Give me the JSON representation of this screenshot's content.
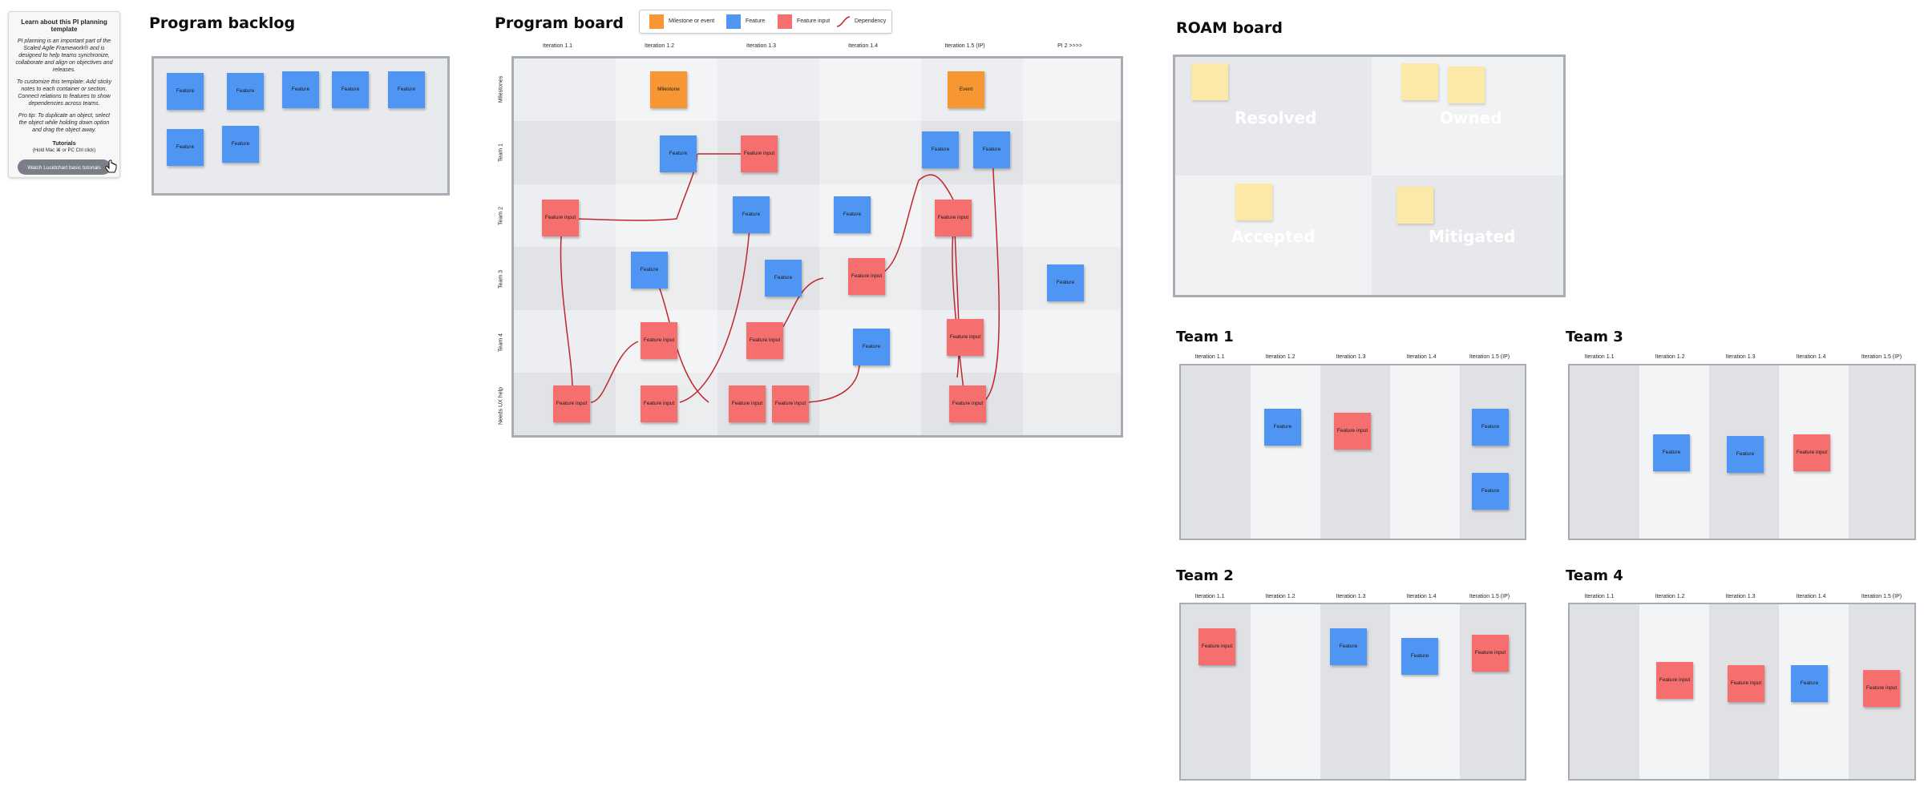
{
  "info": {
    "title": "Learn about this PI planning template",
    "p1": "PI planning is an important part of the Scaled Agile Framework® and is designed to help teams synchronize, collaborate and align on objectives and releases.",
    "p2": "To customize this template: Add sticky notes to each container or section. Connect relations to features to show dependencies across teams.",
    "p3": "Pro tip: To duplicate an object, select the object while holding down option and drag the object away.",
    "tutorials_title": "Tutorials",
    "tutorials_sub": "(Hold Mac ⌘ or PC Ctrl click)",
    "tutorial_button": "Watch Lucidchart basic tutorials"
  },
  "backlog": {
    "title": "Program backlog",
    "notes": [
      "Feature",
      "Feature",
      "Feature",
      "Feature",
      "Feature",
      "Feature",
      "Feature"
    ]
  },
  "board": {
    "title": "Program board",
    "legend": {
      "milestone": "Milestone or event",
      "feature": "Feature",
      "feature_input": "Feature input",
      "dependency": "Dependency"
    },
    "columns": [
      "Iteration 1.1",
      "Iteration 1.2",
      "Iteration 1.3",
      "Iteration 1.4",
      "Iteration 1.5 (IP)",
      "PI 2 >>>>"
    ],
    "rows": [
      "Milestones",
      "Team 1",
      "Team 2",
      "Team 3",
      "Team 4",
      "Needs UX help"
    ],
    "notes": {
      "milestone": "Milestone",
      "event": "Event",
      "feature": "Feature",
      "feature_input": "Feature input"
    }
  },
  "roam": {
    "title": "ROAM board",
    "quadrants": [
      "Resolved",
      "Owned",
      "Accepted",
      "Mitigated"
    ]
  },
  "teams": [
    {
      "title": "Team 1",
      "columns": [
        "Iteration 1.1",
        "Iteration 1.2",
        "Iteration 1.3",
        "Iteration 1.4",
        "Iteration 1.5 (IP)"
      ]
    },
    {
      "title": "Team 3",
      "columns": [
        "Iteration 1.1",
        "Iteration 1.2",
        "Iteration 1.3",
        "Iteration 1.4",
        "Iteration 1.5 (IP)"
      ]
    },
    {
      "title": "Team 2",
      "columns": [
        "Iteration 1.1",
        "Iteration 1.2",
        "Iteration 1.3",
        "Iteration 1.4",
        "Iteration 1.5 (IP)"
      ]
    },
    {
      "title": "Team 4",
      "columns": [
        "Iteration 1.1",
        "Iteration 1.2",
        "Iteration 1.3",
        "Iteration 1.4",
        "Iteration 1.5 (IP)"
      ]
    }
  ],
  "colors": {
    "feature": "#4f95f3",
    "feature_input": "#f56f6f",
    "milestone": "#f79632",
    "risk": "#fde9a7",
    "dependency": "#c0262d"
  }
}
